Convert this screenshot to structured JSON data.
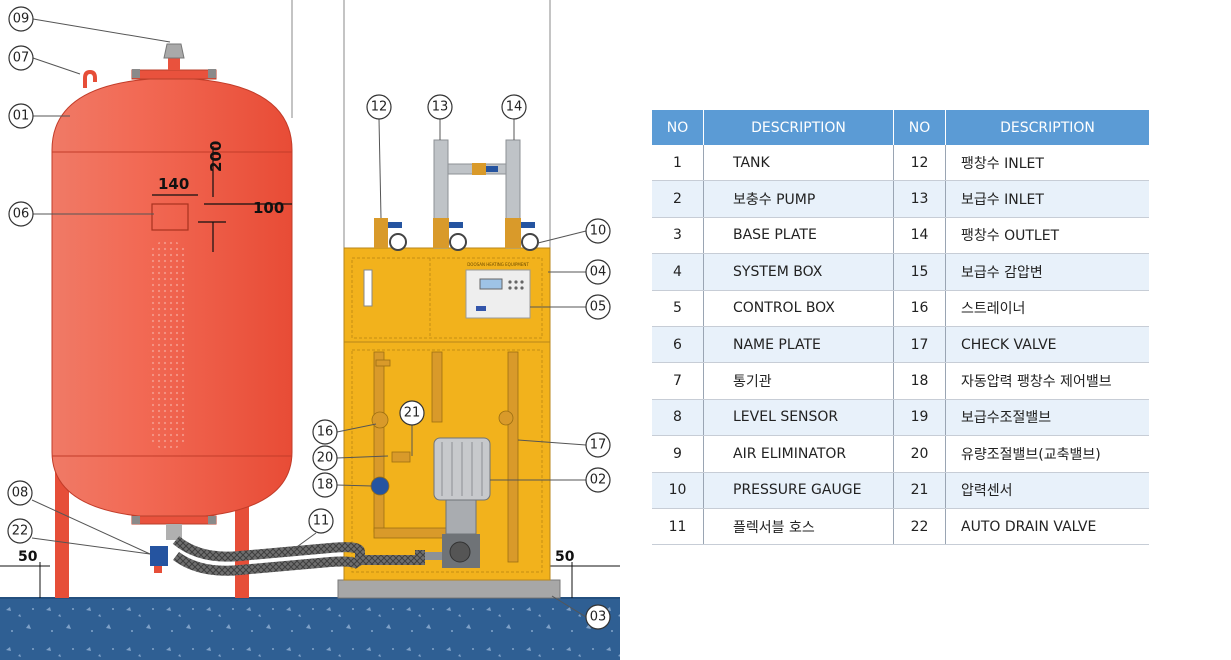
{
  "callouts": [
    {
      "num": "09"
    },
    {
      "num": "07"
    },
    {
      "num": "01"
    },
    {
      "num": "06"
    },
    {
      "num": "12"
    },
    {
      "num": "13"
    },
    {
      "num": "14"
    },
    {
      "num": "10"
    },
    {
      "num": "04"
    },
    {
      "num": "05"
    },
    {
      "num": "21"
    },
    {
      "num": "16"
    },
    {
      "num": "17"
    },
    {
      "num": "20"
    },
    {
      "num": "18"
    },
    {
      "num": "02"
    },
    {
      "num": "08"
    },
    {
      "num": "11"
    },
    {
      "num": "22"
    },
    {
      "num": "03"
    }
  ],
  "dimensions": {
    "d140": "140",
    "d200": "200",
    "d100": "100",
    "d50_left": "50",
    "d50_right": "50"
  },
  "nameplate": "DOOSAN HEATING EQUIPMENT",
  "colors": {
    "tank": "#ef5a44",
    "box": "#f2b21c",
    "base": "#2f5f93",
    "header": "#5b9bd5"
  },
  "table": {
    "headers": [
      "NO",
      "DESCRIPTION",
      "NO",
      "DESCRIPTION"
    ],
    "rows": [
      {
        "no1": "1",
        "desc1": "TANK",
        "no2": "12",
        "desc2": "팽창수 INLET"
      },
      {
        "no1": "2",
        "desc1": "보충수 PUMP",
        "no2": "13",
        "desc2": "보급수 INLET"
      },
      {
        "no1": "3",
        "desc1": "BASE PLATE",
        "no2": "14",
        "desc2": "팽창수 OUTLET"
      },
      {
        "no1": "4",
        "desc1": "SYSTEM BOX",
        "no2": "15",
        "desc2": "보급수 감압변"
      },
      {
        "no1": "5",
        "desc1": "CONTROL BOX",
        "no2": "16",
        "desc2": "스트레이너"
      },
      {
        "no1": "6",
        "desc1": "NAME PLATE",
        "no2": "17",
        "desc2": "CHECK VALVE"
      },
      {
        "no1": "7",
        "desc1": "통기관",
        "no2": "18",
        "desc2": "자동압력 팽창수 제어밸브"
      },
      {
        "no1": "8",
        "desc1": "LEVEL SENSOR",
        "no2": "19",
        "desc2": "보급수조절밸브"
      },
      {
        "no1": "9",
        "desc1": "AIR ELIMINATOR",
        "no2": "20",
        "desc2": "유량조절밸브(교축밸브)"
      },
      {
        "no1": "10",
        "desc1": "PRESSURE GAUGE",
        "no2": "21",
        "desc2": "압력센서"
      },
      {
        "no1": "11",
        "desc1": "플렉서블 호스",
        "no2": "22",
        "desc2": "AUTO DRAIN VALVE"
      }
    ]
  }
}
